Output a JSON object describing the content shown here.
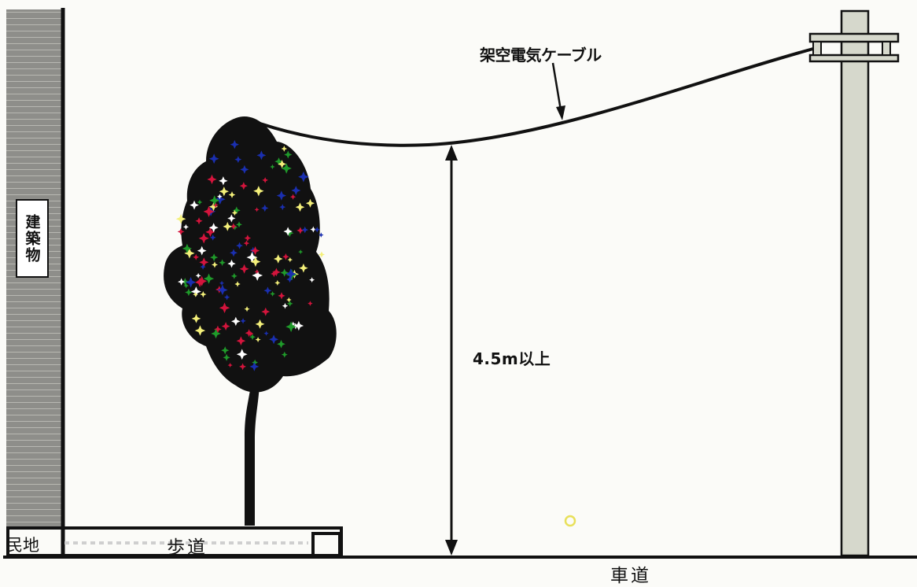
{
  "labels": {
    "building": "建築物",
    "cable": "架空電気ケーブル",
    "clearance": "4.5m以上",
    "private_land": "民地",
    "sidewalk": "歩道",
    "roadway": "車道"
  },
  "colors": {
    "ink": "#111111",
    "building_fill": "#8e8e8a",
    "pole_fill": "#d6d8cc",
    "foliage_accents": [
      "#d4143c",
      "#1a2fb0",
      "#1f9a2a",
      "#f4f07a",
      "#ffffff"
    ]
  }
}
